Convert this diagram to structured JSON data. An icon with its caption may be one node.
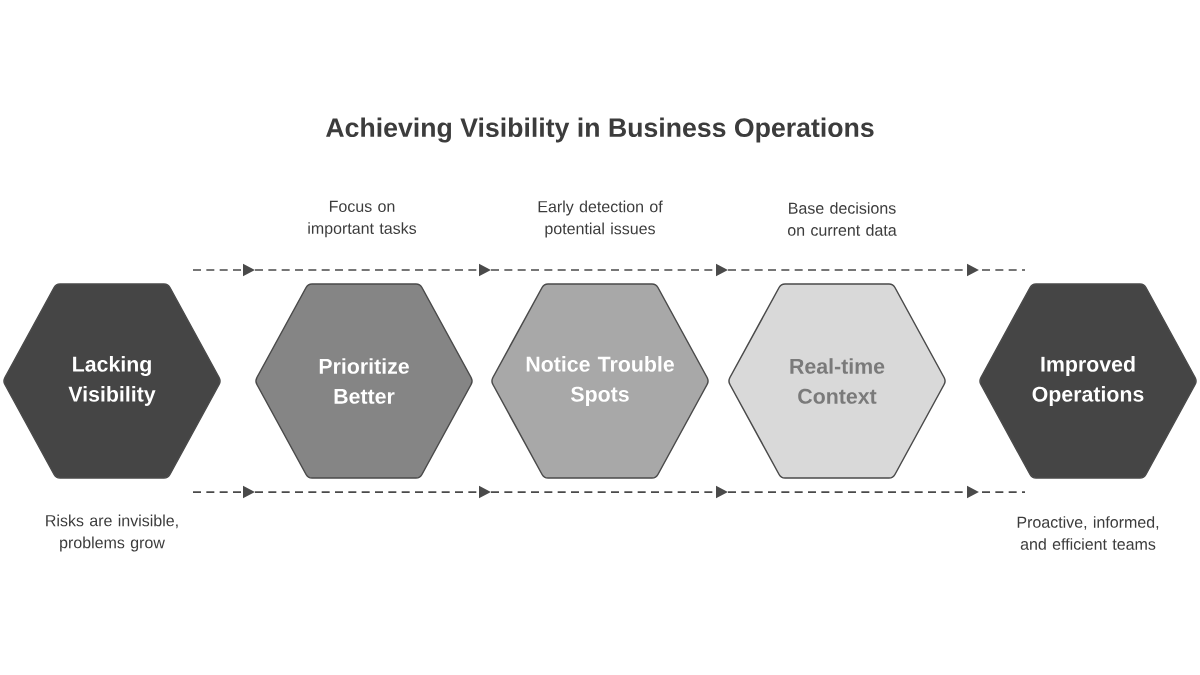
{
  "diagram": {
    "title": "Achieving Visibility in Business Operations",
    "nodes": [
      {
        "text": [
          "Lacking Visibility"
        ],
        "beside": [
          "Risks are invisible, problems grow"
        ]
      },
      {
        "text": [
          "Prioritize Better"
        ]
      },
      {
        "text": [
          "Notice Trouble Spots"
        ]
      },
      {
        "text": [
          "Real-time Context"
        ]
      },
      {
        "text": [
          "Improved Operations"
        ],
        "beside": [
          "Proactive, informed, and efficient teams"
        ]
      }
    ],
    "edges": [
      {
        "from": 0,
        "to": 1,
        "arrow": "to",
        "style": "dashed"
      },
      {
        "from": 1,
        "to": 2,
        "arrow": "to",
        "style": "dashed"
      },
      {
        "from": 2,
        "to": 3,
        "arrow": "to",
        "style": "dashed"
      },
      {
        "from": 3,
        "to": 4,
        "arrow": "to",
        "style": "dashed"
      },
      {
        "from": 0,
        "to": 1,
        "arrow": "to",
        "style": "dashed"
      },
      {
        "from": 1,
        "to": 2,
        "arrow": "to",
        "style": "dashed"
      },
      {
        "from": 2,
        "to": 3,
        "arrow": "to",
        "style": "dashed"
      },
      {
        "from": 3,
        "to": 4,
        "arrow": "to",
        "style": "dashed"
      }
    ],
    "labels": [
      "Focus on important tasks",
      "Early detection of potential issues",
      "Base decisions on current data"
    ]
  }
}
